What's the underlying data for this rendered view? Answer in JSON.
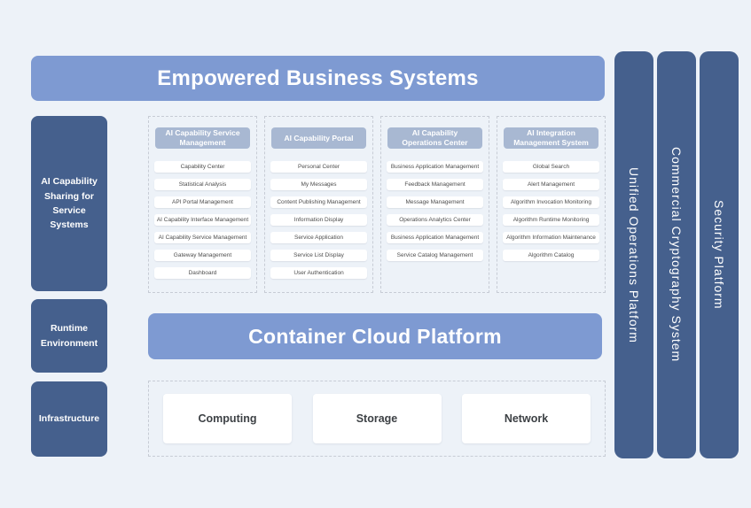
{
  "banner": {
    "label": "Empowered Business Systems"
  },
  "left_panels": [
    {
      "label": "AI Capability Sharing for Service Systems"
    },
    {
      "label": "Runtime Environment"
    },
    {
      "label": "Infrastructure"
    }
  ],
  "columns": [
    {
      "header": "AI Capability Service Management",
      "items": [
        "Capability Center",
        "Statistical Analysis",
        "API Portal Management",
        "AI Capability Interface Management",
        "AI Capability Service Management",
        "Gateway Management",
        "Dashboard"
      ]
    },
    {
      "header": "AI Capability Portal",
      "items": [
        "Personal Center",
        "My Messages",
        "Content Publishing Management",
        "Information Display",
        "Service Application",
        "Service List Display",
        "User Authentication"
      ]
    },
    {
      "header": "AI Capability Operations Center",
      "items": [
        "Business Application Management",
        "Feedback Management",
        "Message Management",
        "Operations Analytics Center",
        "Business Application Management",
        "Service Catalog Management"
      ]
    },
    {
      "header": "AI Integration Management System",
      "items": [
        "Global Search",
        "Alert Management",
        "Algorithm Invocation Monitoring",
        "Algorithm Runtime Monitoring",
        "Algorithm Information Maintenance",
        "Algorithm Catalog"
      ]
    }
  ],
  "container_platform": {
    "label": "Container Cloud Platform"
  },
  "infrastructure": {
    "boxes": [
      "Computing",
      "Storage",
      "Network"
    ]
  },
  "right_bars": [
    {
      "label": "Unified Operations Platform"
    },
    {
      "label": "Commercial Cryptography System"
    },
    {
      "label": "Security Platform"
    }
  ],
  "colors": {
    "background": "#edf2f8",
    "accent_blue": "#7e9ad2",
    "dark_blue": "#45608d",
    "header_blue": "#a8b8d2",
    "dashed_border": "#c7ccd5"
  }
}
